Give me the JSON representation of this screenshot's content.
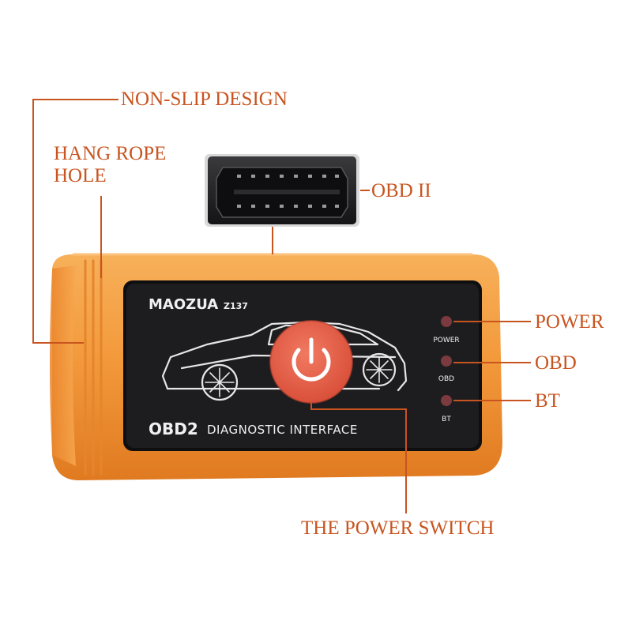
{
  "callouts": {
    "non_slip": "NON-SLIP DESIGN",
    "hang_rope_line1": "HANG ROPE",
    "hang_rope_line2": "HOLE",
    "obd2_port": "OBD II",
    "power": "POWER",
    "obd": "OBD",
    "bt": "BT",
    "power_switch": "THE POWER SWITCH"
  },
  "device": {
    "brand": "MAOZUA",
    "model": "Z137",
    "label_obd2": "OBD2",
    "label_interface": "DIAGNOSTIC INTERFACE",
    "led_power": "POWER",
    "led_obd": "OBD",
    "led_bt": "BT"
  },
  "colors": {
    "callout": "#c8541f",
    "shell": "#f39a3c",
    "panel": "#1d1d1f",
    "button": "#e9614a",
    "led": "#7a3a3e"
  }
}
